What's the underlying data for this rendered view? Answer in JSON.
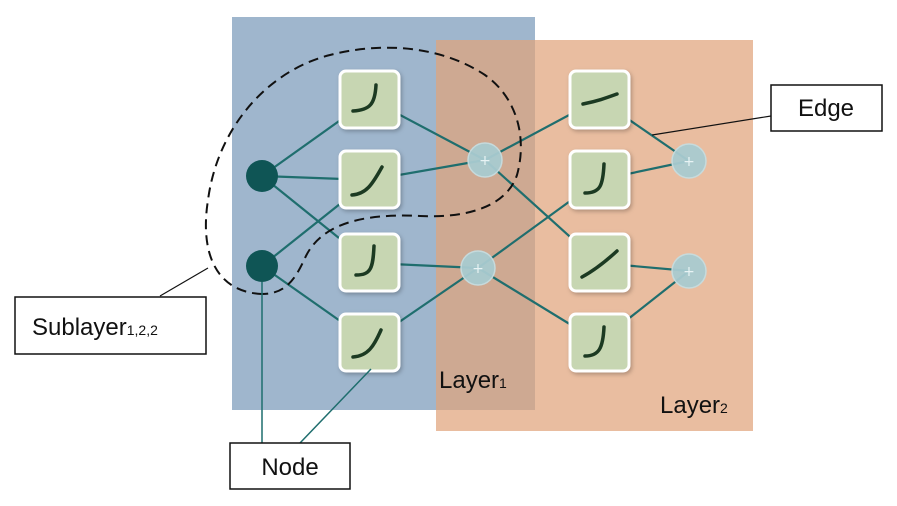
{
  "layers": [
    {
      "label": "Layer",
      "subscript": "1",
      "fill": "#8ea9c4"
    },
    {
      "label": "Layer",
      "subscript": "2",
      "fill": "#e2ab86"
    }
  ],
  "callouts": {
    "edge": {
      "text": "Edge",
      "subscript": ""
    },
    "sublayer": {
      "text": "Sublayer",
      "subscript": "1,2,2"
    },
    "node": {
      "text": "Node",
      "subscript": ""
    }
  },
  "colors": {
    "edge_line": "#1f6e6e",
    "input_node": "#0f5555",
    "sum_node": "#a9cbd0",
    "activation_box": "#c7d6b2",
    "activation_curve": "#1c3a22"
  }
}
